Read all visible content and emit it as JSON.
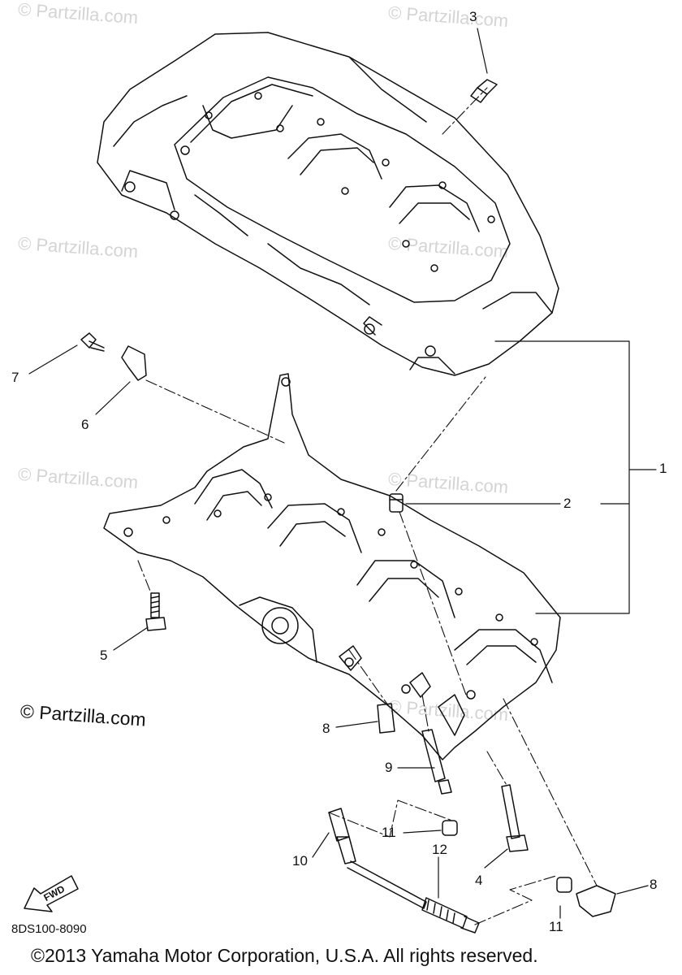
{
  "watermark": "© Partzilla.com",
  "brand_mark": "© Partzilla.com",
  "diagram_code": "8DS100-8090",
  "copyright": "©2013 Yamaha Motor Corporation, U.S.A. All rights reserved.",
  "fwd_label": "FWD",
  "callouts": {
    "c1": "1",
    "c2": "2",
    "c3": "3",
    "c4": "4",
    "c5": "5",
    "c6": "6",
    "c7": "7",
    "c8a": "8",
    "c8b": "8",
    "c9": "9",
    "c10": "10",
    "c11a": "11",
    "c11b": "11",
    "c12": "12"
  },
  "colors": {
    "line": "#111111",
    "watermark": "#d4d4d4",
    "background": "#ffffff"
  }
}
